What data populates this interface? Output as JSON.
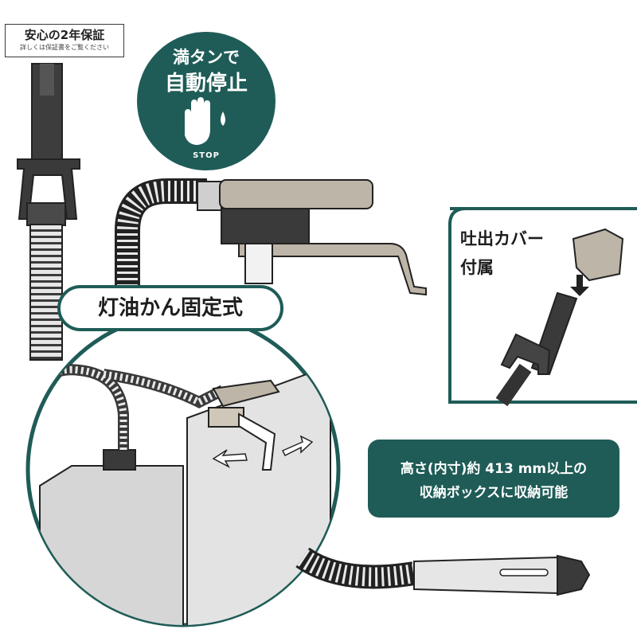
{
  "warranty": {
    "title": "安心の2年保証",
    "note": "詳しくは保証書をご覧ください"
  },
  "stop_badge": {
    "line1": "満タンで",
    "line2": "自動停止",
    "stop_text": "STOP",
    "color": "#1f5c57"
  },
  "drip_cover": {
    "line1": "吐出カバー",
    "line2": "付属"
  },
  "kerosene_can": {
    "label": "灯油かん固定式"
  },
  "storage": {
    "line1": "高さ(内寸)約 413 mm以上の",
    "line2": "収納ボックスに収納可能"
  },
  "colors": {
    "accent": "#1f5c57",
    "metal": "#bdb6a8",
    "hose": "#3a3a3a"
  },
  "icons": [
    "hand-stop-icon",
    "drop-icon",
    "arrow-left-icon",
    "arrow-right-icon",
    "arrow-down-icon"
  ]
}
